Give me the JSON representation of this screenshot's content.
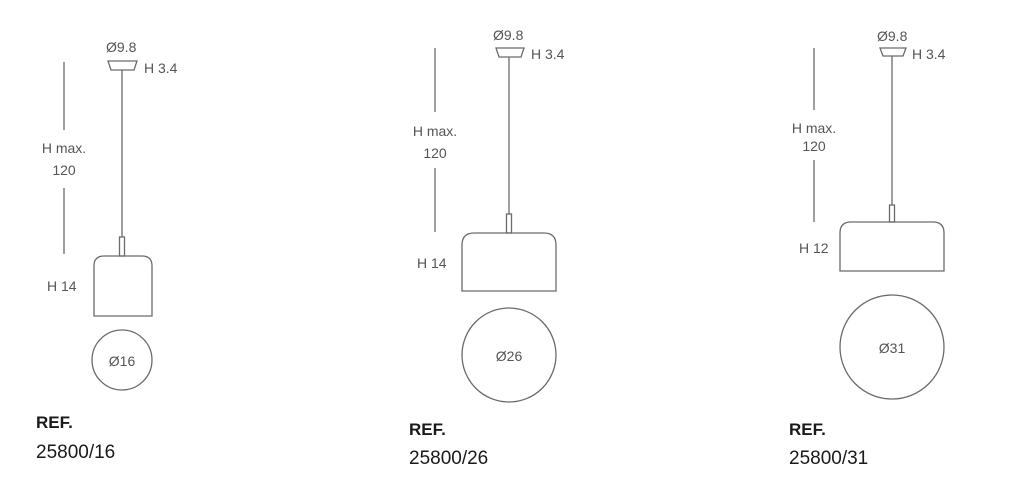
{
  "lamps": [
    {
      "canopy_diameter": "Ø9.8",
      "canopy_height": "H 3.4",
      "max_height_label": "H max.",
      "max_height_value": "120",
      "shade_height": "H 14",
      "shade_diameter": "Ø16",
      "ref_label": "REF.",
      "ref_code": "25800/16"
    },
    {
      "canopy_diameter": "Ø9.8",
      "canopy_height": "H 3.4",
      "max_height_label": "H max.",
      "max_height_value": "120",
      "shade_height": "H 14",
      "shade_diameter": "Ø26",
      "ref_label": "REF.",
      "ref_code": "25800/26"
    },
    {
      "canopy_diameter": "Ø9.8",
      "canopy_height": "H 3.4",
      "max_height_label": "H max.",
      "max_height_value": "120",
      "shade_height": "H 12",
      "shade_diameter": "Ø31",
      "ref_label": "REF.",
      "ref_code": "25800/31"
    }
  ],
  "colors": {
    "line": "#6b6b6b",
    "label": "#555555",
    "ref_text": "#1a1a1a"
  }
}
